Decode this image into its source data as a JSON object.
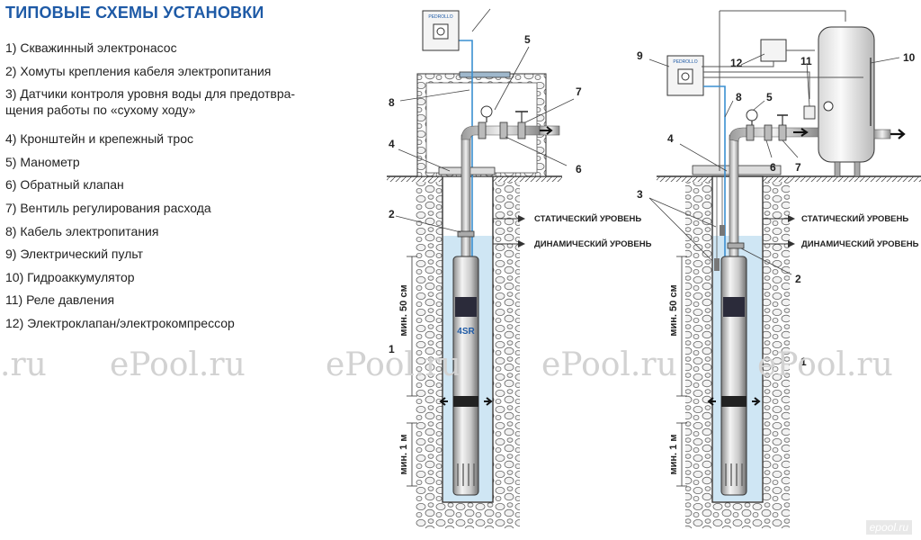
{
  "title": "ТИПОВЫЕ СХЕМЫ УСТАНОВКИ",
  "legend": [
    "1) Скважинный электронасос",
    "2) Хомуты крепления кабеля электропитания",
    "3) Датчики контроля уровня воды для предотвра-",
    "щения работы по «сухому ходу»",
    "4) Кронштейн и крепежный трос",
    "5) Манометр",
    "6) Обратный клапан",
    "7) Вентиль регулирования расхода",
    "8) Кабель электропитания",
    "9) Электрический пульт",
    "10) Гидроаккумулятор",
    "11) Реле давления",
    "12) Электроклапан/электрокомпрессор"
  ],
  "levels": {
    "static": "СТАТИЧЕСКИЙ УРОВЕНЬ",
    "dynamic": "ДИНАМИЧЕСКИЙ УРОВЕНЬ"
  },
  "dims": {
    "min50": "мин. 50 см",
    "min1m": "мин. 1 м"
  },
  "pump_brand": "4SR",
  "panel_brand": "PEDROLLO",
  "watermark": "ePool.ru",
  "watermark_left": ".ru",
  "corner_mark": "epool.ru",
  "numbers": {
    "n1": "1",
    "n2": "2",
    "n3": "3",
    "n4": "4",
    "n5": "5",
    "n6": "6",
    "n7": "7",
    "n8": "8",
    "n9": "9",
    "n10": "10",
    "n11": "11",
    "n12": "12"
  },
  "colors": {
    "title": "#1e5aa6",
    "water": "#cfe6f4",
    "cable": "#3a8fd1",
    "line": "#333333"
  }
}
